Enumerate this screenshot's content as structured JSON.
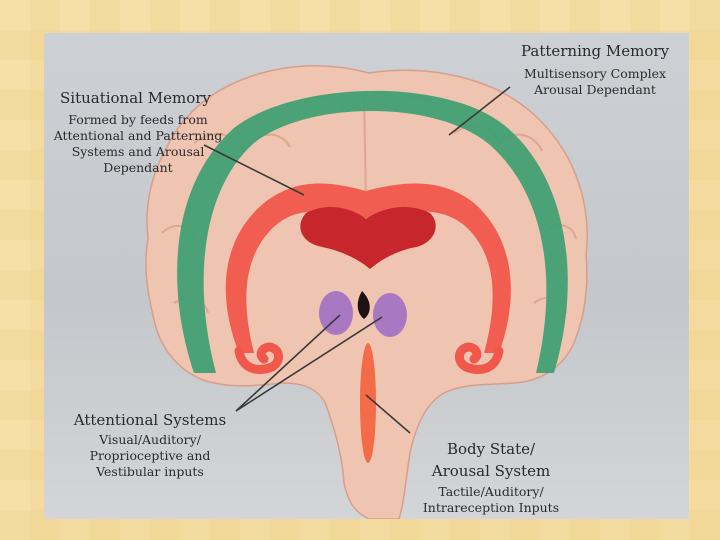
{
  "labels": {
    "patterning": {
      "title": "Patterning Memory",
      "lines": [
        "Multisensory Complex",
        "Arousal Dependant"
      ]
    },
    "situational": {
      "title": "Situational Memory",
      "lines": [
        "Formed  by feeds from",
        "Attentional and Patterning",
        "Systems and  Arousal",
        "Dependant"
      ]
    },
    "attentional": {
      "title": "Attentional Systems",
      "lines": [
        "Visual/Auditory/",
        "Proprioceptive and",
        "Vestibular inputs"
      ]
    },
    "body_state": {
      "title": "Body State/",
      "title2": "Arousal  System",
      "lines": [
        "Tactile/Auditory/",
        "Intrareception Inputs"
      ]
    }
  },
  "colors": {
    "background": "#f3dba0",
    "tissue": "#f0c6b3",
    "patterning_arc": "#3e9e72",
    "situational_arc": "#f0584c",
    "ventricle": "#c8262d",
    "attentional_nuclei": "#a878c2",
    "brainstem_strip": "#f46b47"
  }
}
